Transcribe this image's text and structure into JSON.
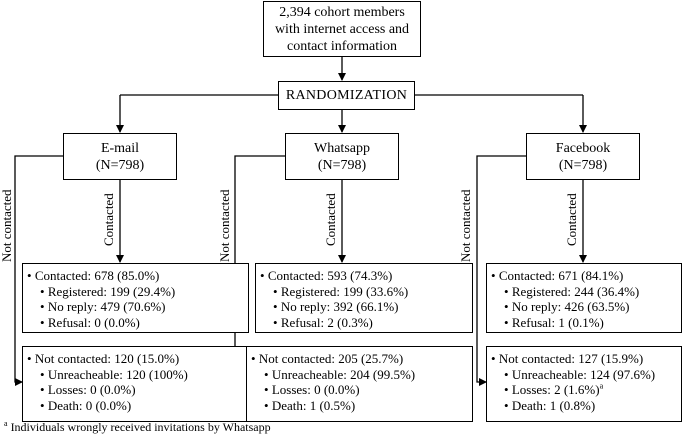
{
  "source": {
    "line1": "2,394 cohort members",
    "line2": "with internet access and",
    "line3": "contact information"
  },
  "randomization": "RANDOMIZATION",
  "labels": {
    "contacted": "Contacted",
    "not_contacted": "Not contacted"
  },
  "arms": [
    {
      "name": "E-mail",
      "n": "(N=798)",
      "contacted": [
        "Contacted: 678 (85.0%)",
        "Registered: 199 (29.4%)",
        "No reply: 479 (70.6%)",
        "Refusal: 0 (0.0%)"
      ],
      "not_contacted": [
        "Not contacted: 120 (15.0%)",
        "Unreacheable: 120 (100%)",
        "Losses: 0 (0.0%)",
        "Death:  0 (0.0%)"
      ]
    },
    {
      "name": "Whatsapp",
      "n": "(N=798)",
      "contacted": [
        "Contacted: 593 (74.3%)",
        "Registered: 199 (33.6%)",
        "No reply: 392 (66.1%)",
        "Refusal: 2 (0.3%)"
      ],
      "not_contacted": [
        "Not contacted: 205 (25.7%)",
        "Unreacheable: 204 (99.5%)",
        "Losses: 0 (0.0%)",
        "Death:  1 (0.5%)"
      ]
    },
    {
      "name": "Facebook",
      "n": "(N=798)",
      "contacted": [
        "Contacted: 671 (84.1%)",
        "Registered: 244 (36.4%)",
        "No reply: 426 (63.5%)",
        "Refusal: 1 (0.1%)"
      ],
      "not_contacted": [
        "Not contacted: 127 (15.9%)",
        "Unreacheable: 124 (97.6%)",
        "Losses: 2 (1.6%)",
        "Death:  1 (0.8%)"
      ]
    }
  ],
  "footnote": {
    "marker": "a",
    "text": " Individuals wrongly received invitations by Whatsapp"
  }
}
